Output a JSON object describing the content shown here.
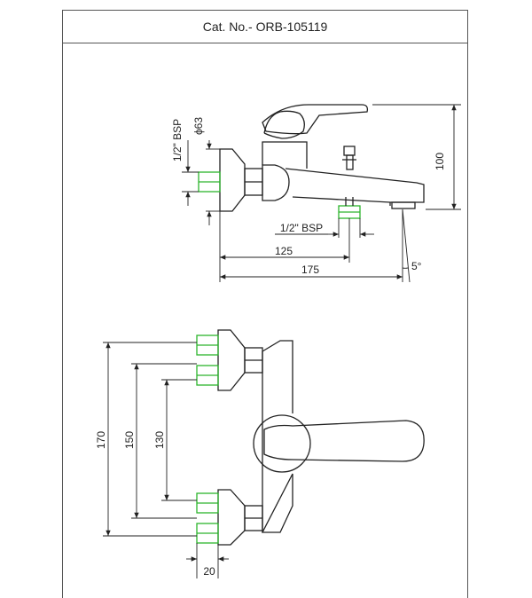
{
  "header": {
    "catalog_no": "Cat. No.- ORB-105119"
  },
  "side_view": {
    "dim_inlet_thread": "1/2\" BSP",
    "dim_diameter": "ϕ63",
    "dim_height": "100",
    "dim_outlet_thread": "1/2\" BSP",
    "dim_125": "125",
    "dim_175": "175",
    "dim_angle": "5°"
  },
  "front_view": {
    "dim_170": "170",
    "dim_150": "150",
    "dim_130": "130",
    "dim_20": "20"
  },
  "colors": {
    "line": "#222222",
    "accent": "#2db52d"
  }
}
